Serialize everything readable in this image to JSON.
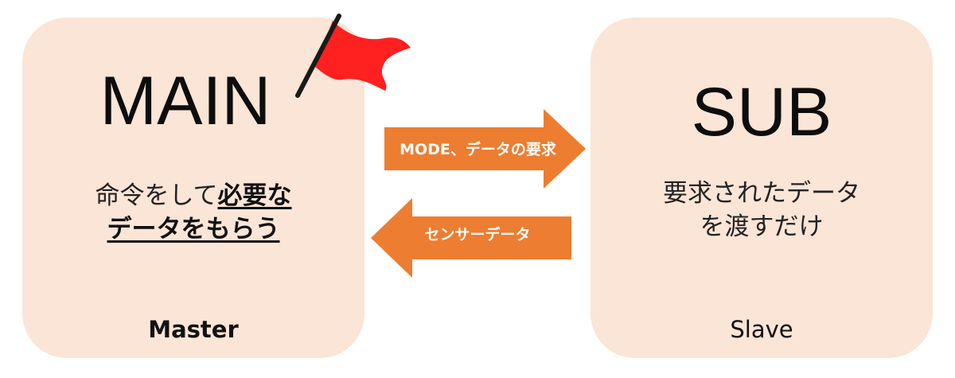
{
  "master": {
    "title": "MAIN",
    "desc_line1_plain": "命令をして",
    "desc_line1_bold": "必要な",
    "desc_line2_bold": "データをもらう",
    "role": "Master"
  },
  "slave": {
    "title": "SUB",
    "desc_line1": "要求されたデータ",
    "desc_line2": "を渡すだけ",
    "role": "Slave"
  },
  "arrows": {
    "to_sub_label": "MODE、データの要求",
    "to_main_label": "センサーデータ"
  },
  "icons": {
    "flag": "flag-icon"
  },
  "colors": {
    "panel_bg": "#fbe5d6",
    "arrow": "#ed7d31",
    "flag": "#ff2020"
  }
}
